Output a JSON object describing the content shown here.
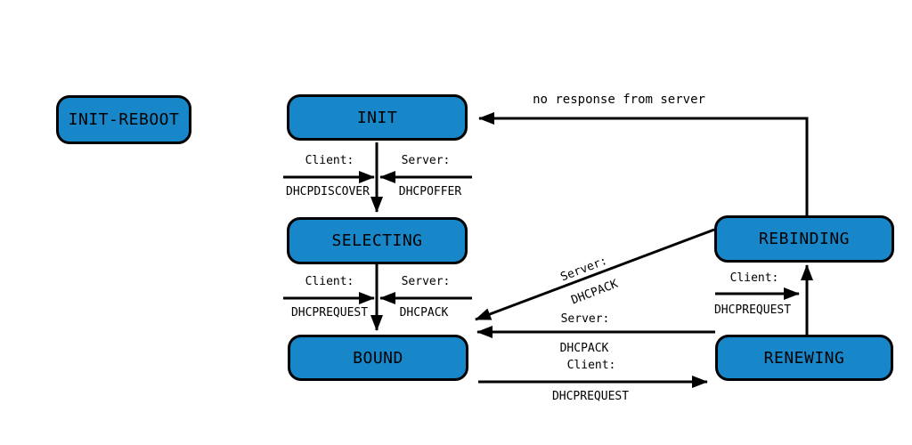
{
  "colors": {
    "state_fill": "#1787ca",
    "line": "#000000",
    "background": "#ffffff"
  },
  "states": {
    "init_reboot": "INIT-REBOOT",
    "init": "INIT",
    "selecting": "SELECTING",
    "bound": "BOUND",
    "rebinding": "REBINDING",
    "renewing": "RENEWING"
  },
  "transitions": {
    "rebinding_to_init": {
      "label": "no response from server"
    },
    "init_to_selecting": {
      "client": "Client:",
      "client_message": "DHCPDISCOVER",
      "server": "Server:",
      "server_message": "DHCPOFFER"
    },
    "selecting_to_bound": {
      "client": "Client:",
      "client_message": "DHCPREQUEST",
      "server": "Server:",
      "server_message": "DHCPACK"
    },
    "rebinding_to_bound": {
      "server": "Server:",
      "server_message": "DHCPACK"
    },
    "renewing_to_bound": {
      "server": "Server:",
      "server_message": "DHCPACK"
    },
    "bound_to_renewing": {
      "client": "Client:",
      "client_message": "DHCPREQUEST"
    },
    "renewing_to_rebinding": {
      "client": "Client:",
      "client_message": "DHCPREQUEST"
    }
  }
}
